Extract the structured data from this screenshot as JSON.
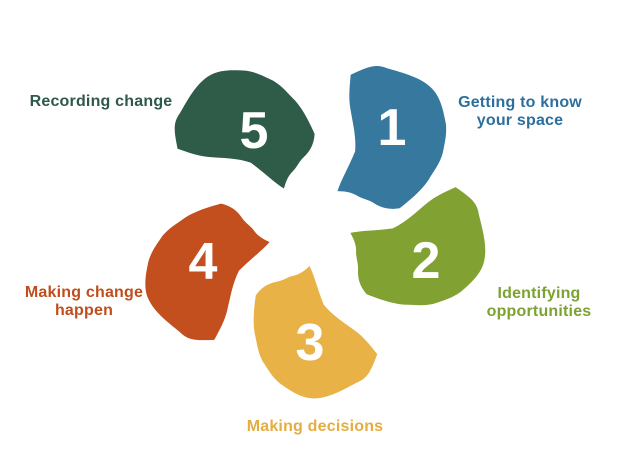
{
  "background_color": "#ffffff",
  "number_color": "#ffffff",
  "petals": [
    {
      "number": "1",
      "label": "Getting to know\nyour space",
      "color": "#36789E",
      "label_color": "#2D6F9C"
    },
    {
      "number": "2",
      "label": "Identifying\nopportunities",
      "color": "#81A233",
      "label_color": "#7CA22F"
    },
    {
      "number": "3",
      "label": "Making decisions",
      "color": "#E9B247",
      "label_color": "#E4AD41"
    },
    {
      "number": "4",
      "label": "Making change\nhappen",
      "color": "#C24F1D",
      "label_color": "#BF4E1C"
    },
    {
      "number": "5",
      "label": "Recording change",
      "color": "#2F5B49",
      "label_color": "#2E594A"
    }
  ]
}
